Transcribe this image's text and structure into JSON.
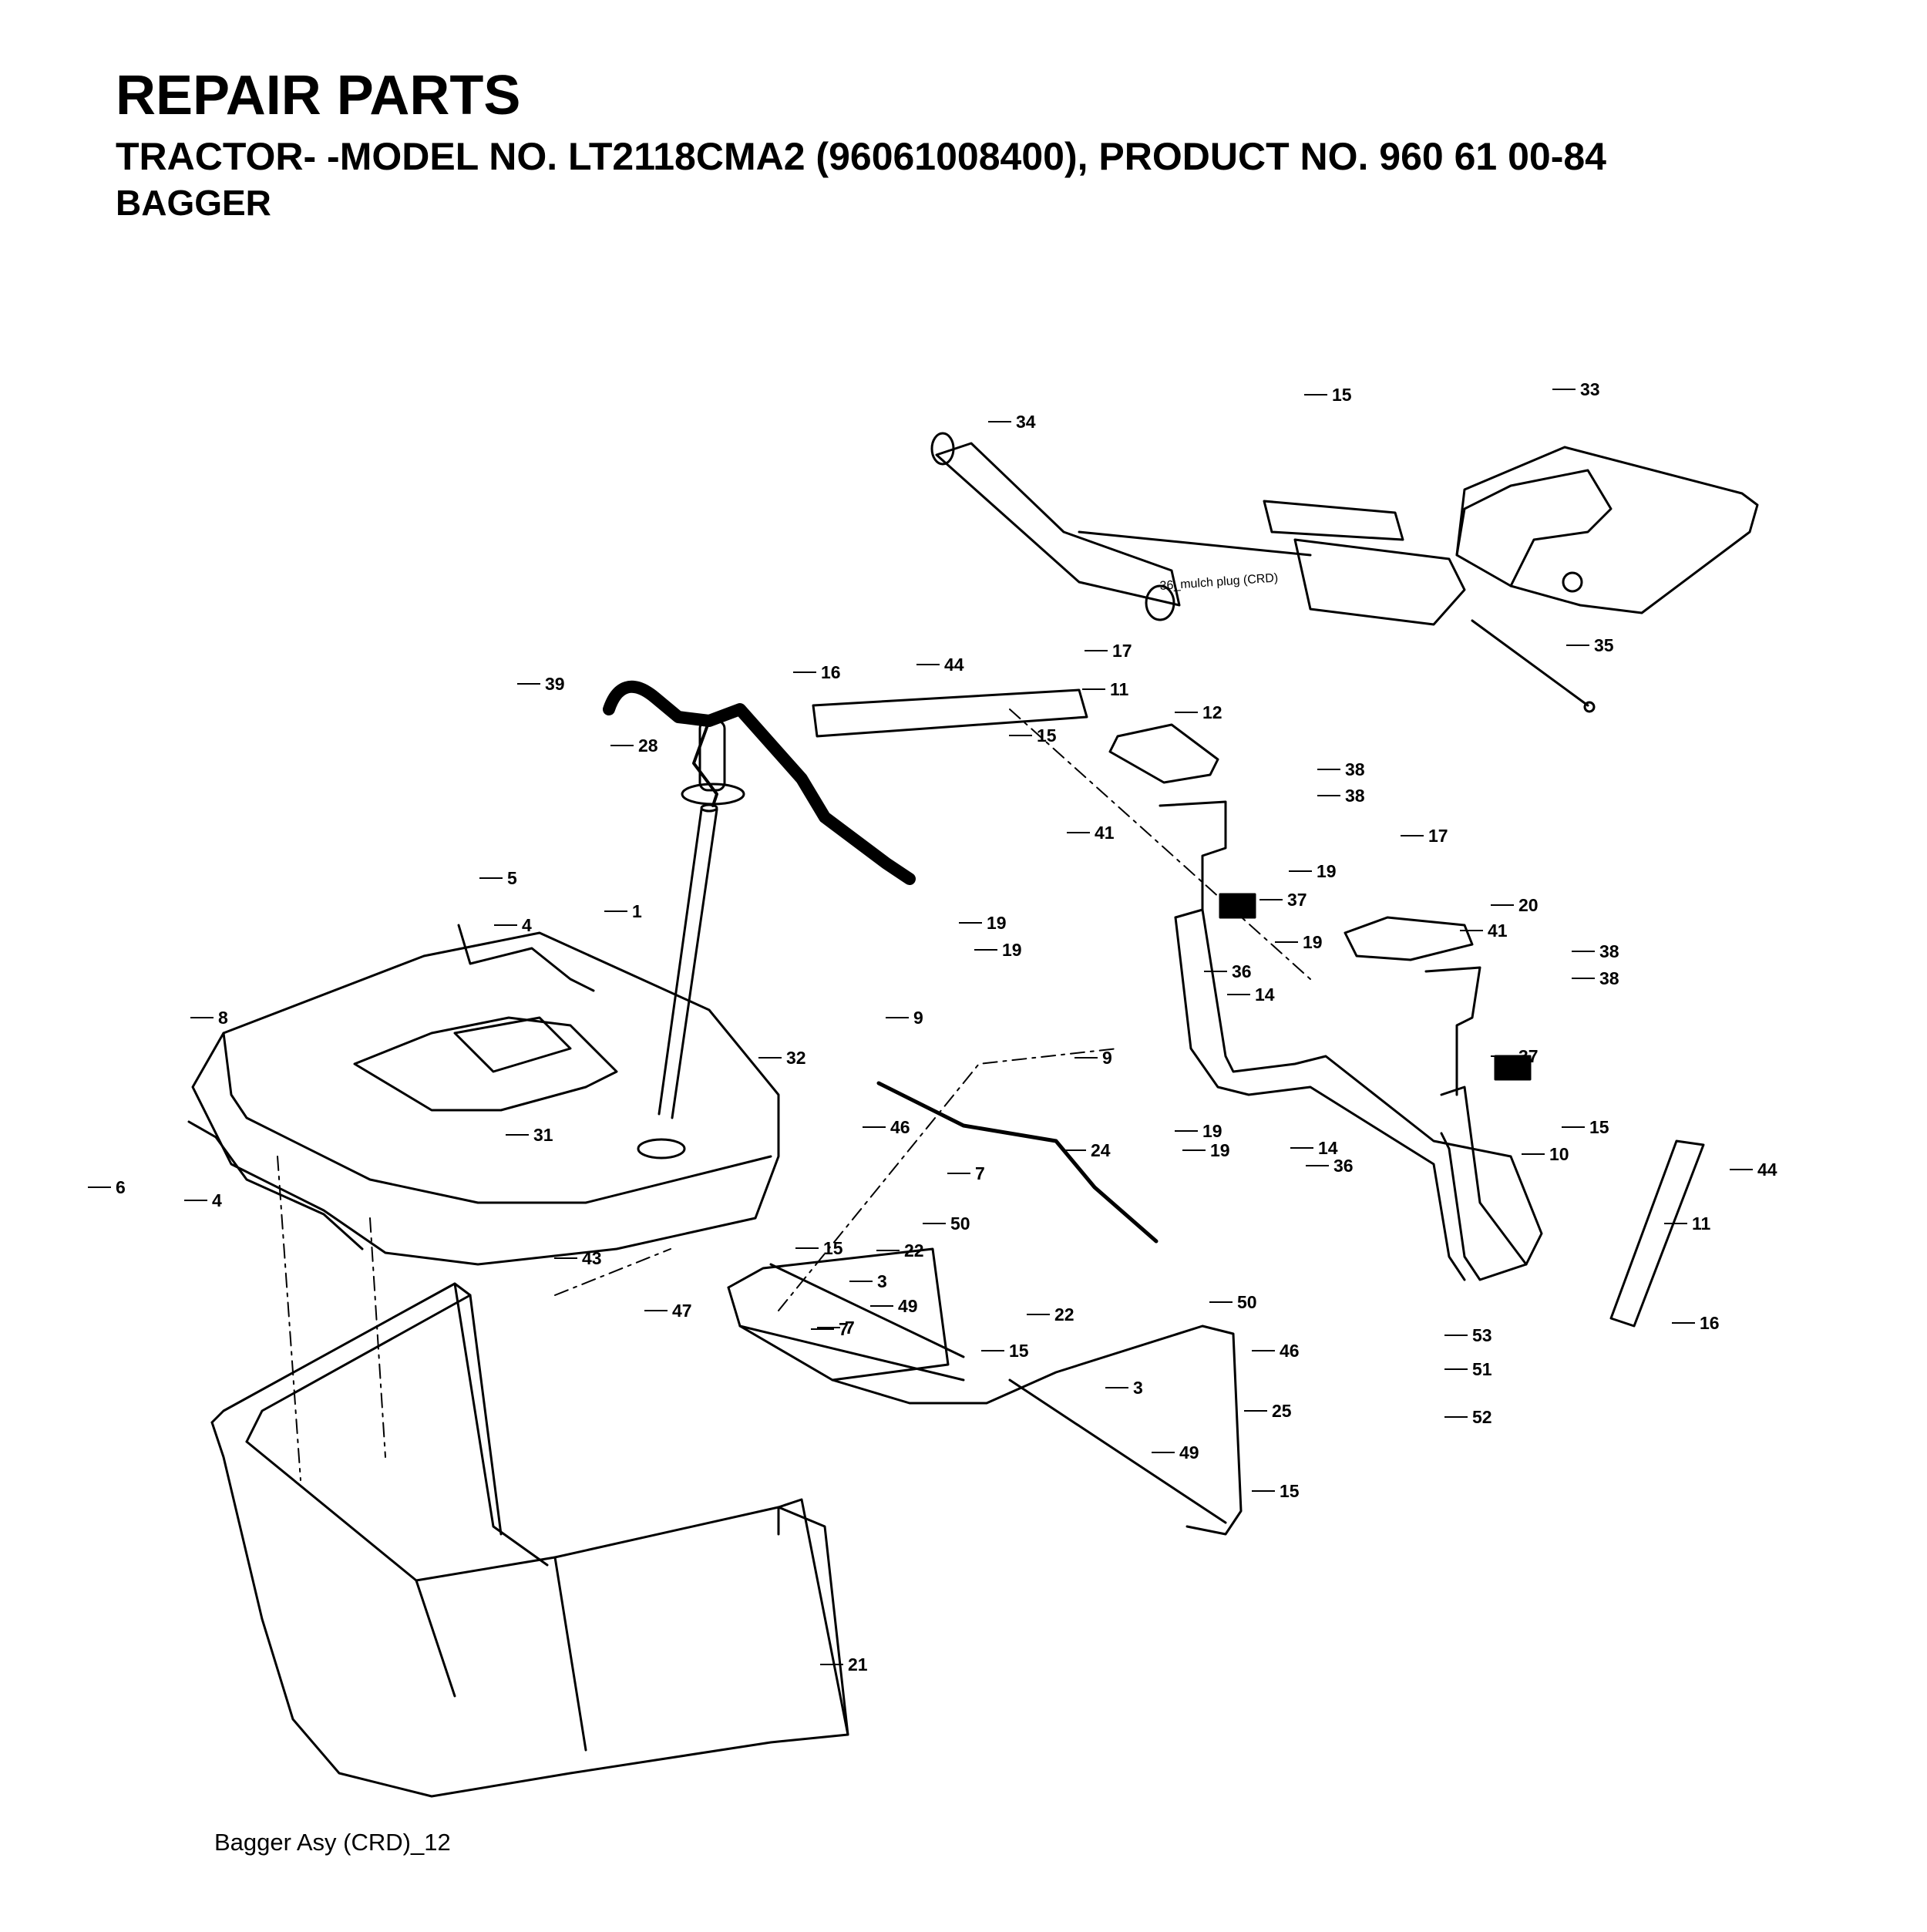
{
  "header": {
    "title": "REPAIR PARTS",
    "subtitle": "TRACTOR- -MODEL NO. LT2118CMA2 (96061008400), PRODUCT NO. 960 61 00-84",
    "section": "BAGGER"
  },
  "footer": {
    "caption": "Bagger Asy (CRD)_12"
  },
  "diagram": {
    "note": "36_mulch plug (CRD)",
    "callouts": [
      "15",
      "33",
      "34",
      "35",
      "17",
      "16",
      "44",
      "11",
      "12",
      "15",
      "39",
      "28",
      "38",
      "38",
      "41",
      "19",
      "5",
      "4",
      "1",
      "19",
      "19",
      "37",
      "17",
      "20",
      "19",
      "38",
      "38",
      "41",
      "36",
      "14",
      "8",
      "9",
      "32",
      "31",
      "9",
      "46",
      "24",
      "7",
      "6",
      "4",
      "50",
      "22",
      "3",
      "43",
      "15",
      "7",
      "19",
      "19",
      "14",
      "36",
      "37",
      "10",
      "15",
      "44",
      "11",
      "47",
      "49",
      "7",
      "22",
      "50",
      "15",
      "46",
      "3",
      "25",
      "49",
      "15",
      "53",
      "51",
      "52",
      "16",
      "21"
    ]
  }
}
